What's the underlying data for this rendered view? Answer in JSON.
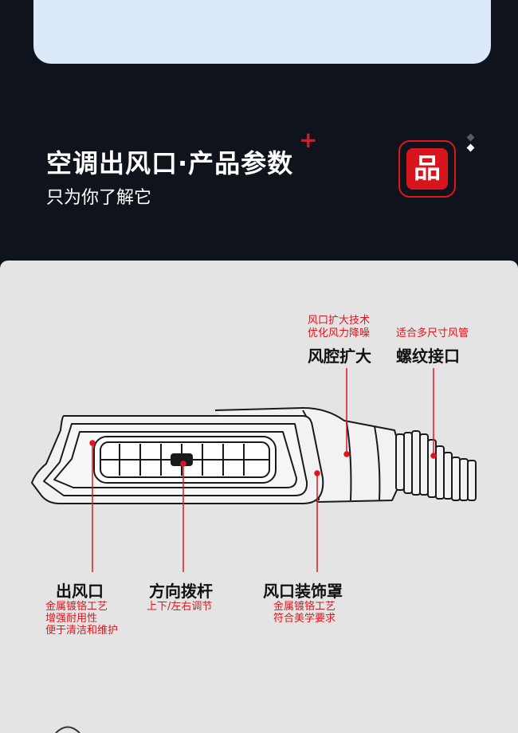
{
  "header": {
    "title": "空调出风口·产品参数",
    "subtitle": "只为你了解它",
    "badge": "品"
  },
  "callouts": {
    "expand": {
      "desc1": "风口扩大技术",
      "desc2": "优化风力降噪",
      "title": "风腔扩大"
    },
    "thread": {
      "desc1": "适合多尺寸风管",
      "title": "螺纹接口"
    },
    "outlet": {
      "title": "出风口",
      "desc1": "金属镀铬工艺",
      "desc2": "增强耐用性",
      "desc3": "便于清洁和维护"
    },
    "lever": {
      "title": "方向拨杆",
      "desc1": "上下/左右调节"
    },
    "cover": {
      "title": "风口装饰罩",
      "desc1": "金属镀铬工艺",
      "desc2": "符合美学要求"
    }
  },
  "colors": {
    "accent": "#e0161e",
    "background": "#0f141c",
    "panel": "#e4e4e4",
    "top_card": "#dbe9fb"
  }
}
